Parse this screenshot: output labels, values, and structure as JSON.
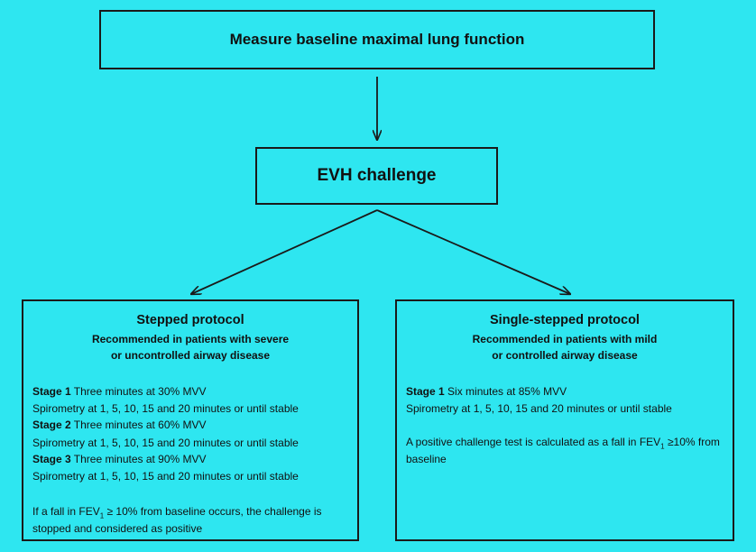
{
  "top": {
    "label": "Measure baseline maximal lung function"
  },
  "evh": {
    "label": "EVH challenge"
  },
  "stepped": {
    "title": "Stepped protocol",
    "recommended_line1": "Recommended in patients with severe",
    "recommended_line2": "or uncontrolled airway disease",
    "stage1_label": "Stage 1",
    "stage1_text": " Three minutes at 30% MVV",
    "spiro1": "Spirometry at 1, 5, 10, 15 and 20 minutes or until stable",
    "stage2_label": "Stage 2",
    "stage2_text": " Three minutes at 60% MVV",
    "spiro2": "Spirometry at 1, 5, 10, 15 and 20 minutes or until stable",
    "stage3_label": "Stage 3",
    "stage3_text": " Three minutes at 90% MVV",
    "spiro3": "Spirometry at 1, 5, 10, 15 and 20 minutes or until stable",
    "note_before": "If a fall  in FEV",
    "note_sub": "1",
    "note_after": " ≥ 10% from baseline occurs, the challenge is stopped and considered as positive"
  },
  "single": {
    "title": "Single-stepped protocol",
    "recommended_line1": "Recommended in patients with mild",
    "recommended_line2": "or controlled airway disease",
    "stage1_label": "Stage 1",
    "stage1_text": " Six minutes at 85% MVV",
    "spiro1": "Spirometry at 1, 5, 10, 15 and 20 minutes or until stable",
    "note_before": "A positive challenge test is calculated as a fall in FEV",
    "note_sub": "1",
    "note_after": " ≥10% from baseline"
  }
}
